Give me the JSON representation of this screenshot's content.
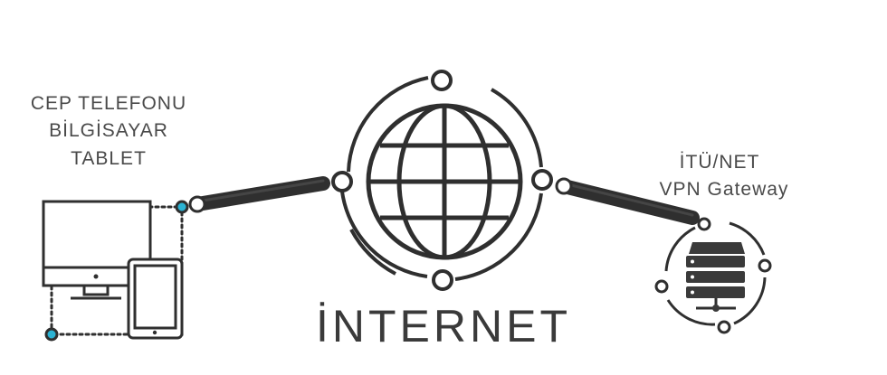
{
  "client_labels": [
    "CEP TELEFONU",
    "BİLGİSAYAR",
    "TABLET"
  ],
  "gateway_labels": [
    "İTÜ/NET",
    "VPN Gateway"
  ],
  "internet_label": "İNTERNET",
  "icons": {
    "devices": "monitor-and-tablet-icon",
    "globe": "globe-icon",
    "server": "server-icon"
  },
  "colors": {
    "stroke": "#2f2f2f",
    "text": "#4a4a4a",
    "accent_node": "#2bb3d4",
    "cable": "#333333"
  }
}
